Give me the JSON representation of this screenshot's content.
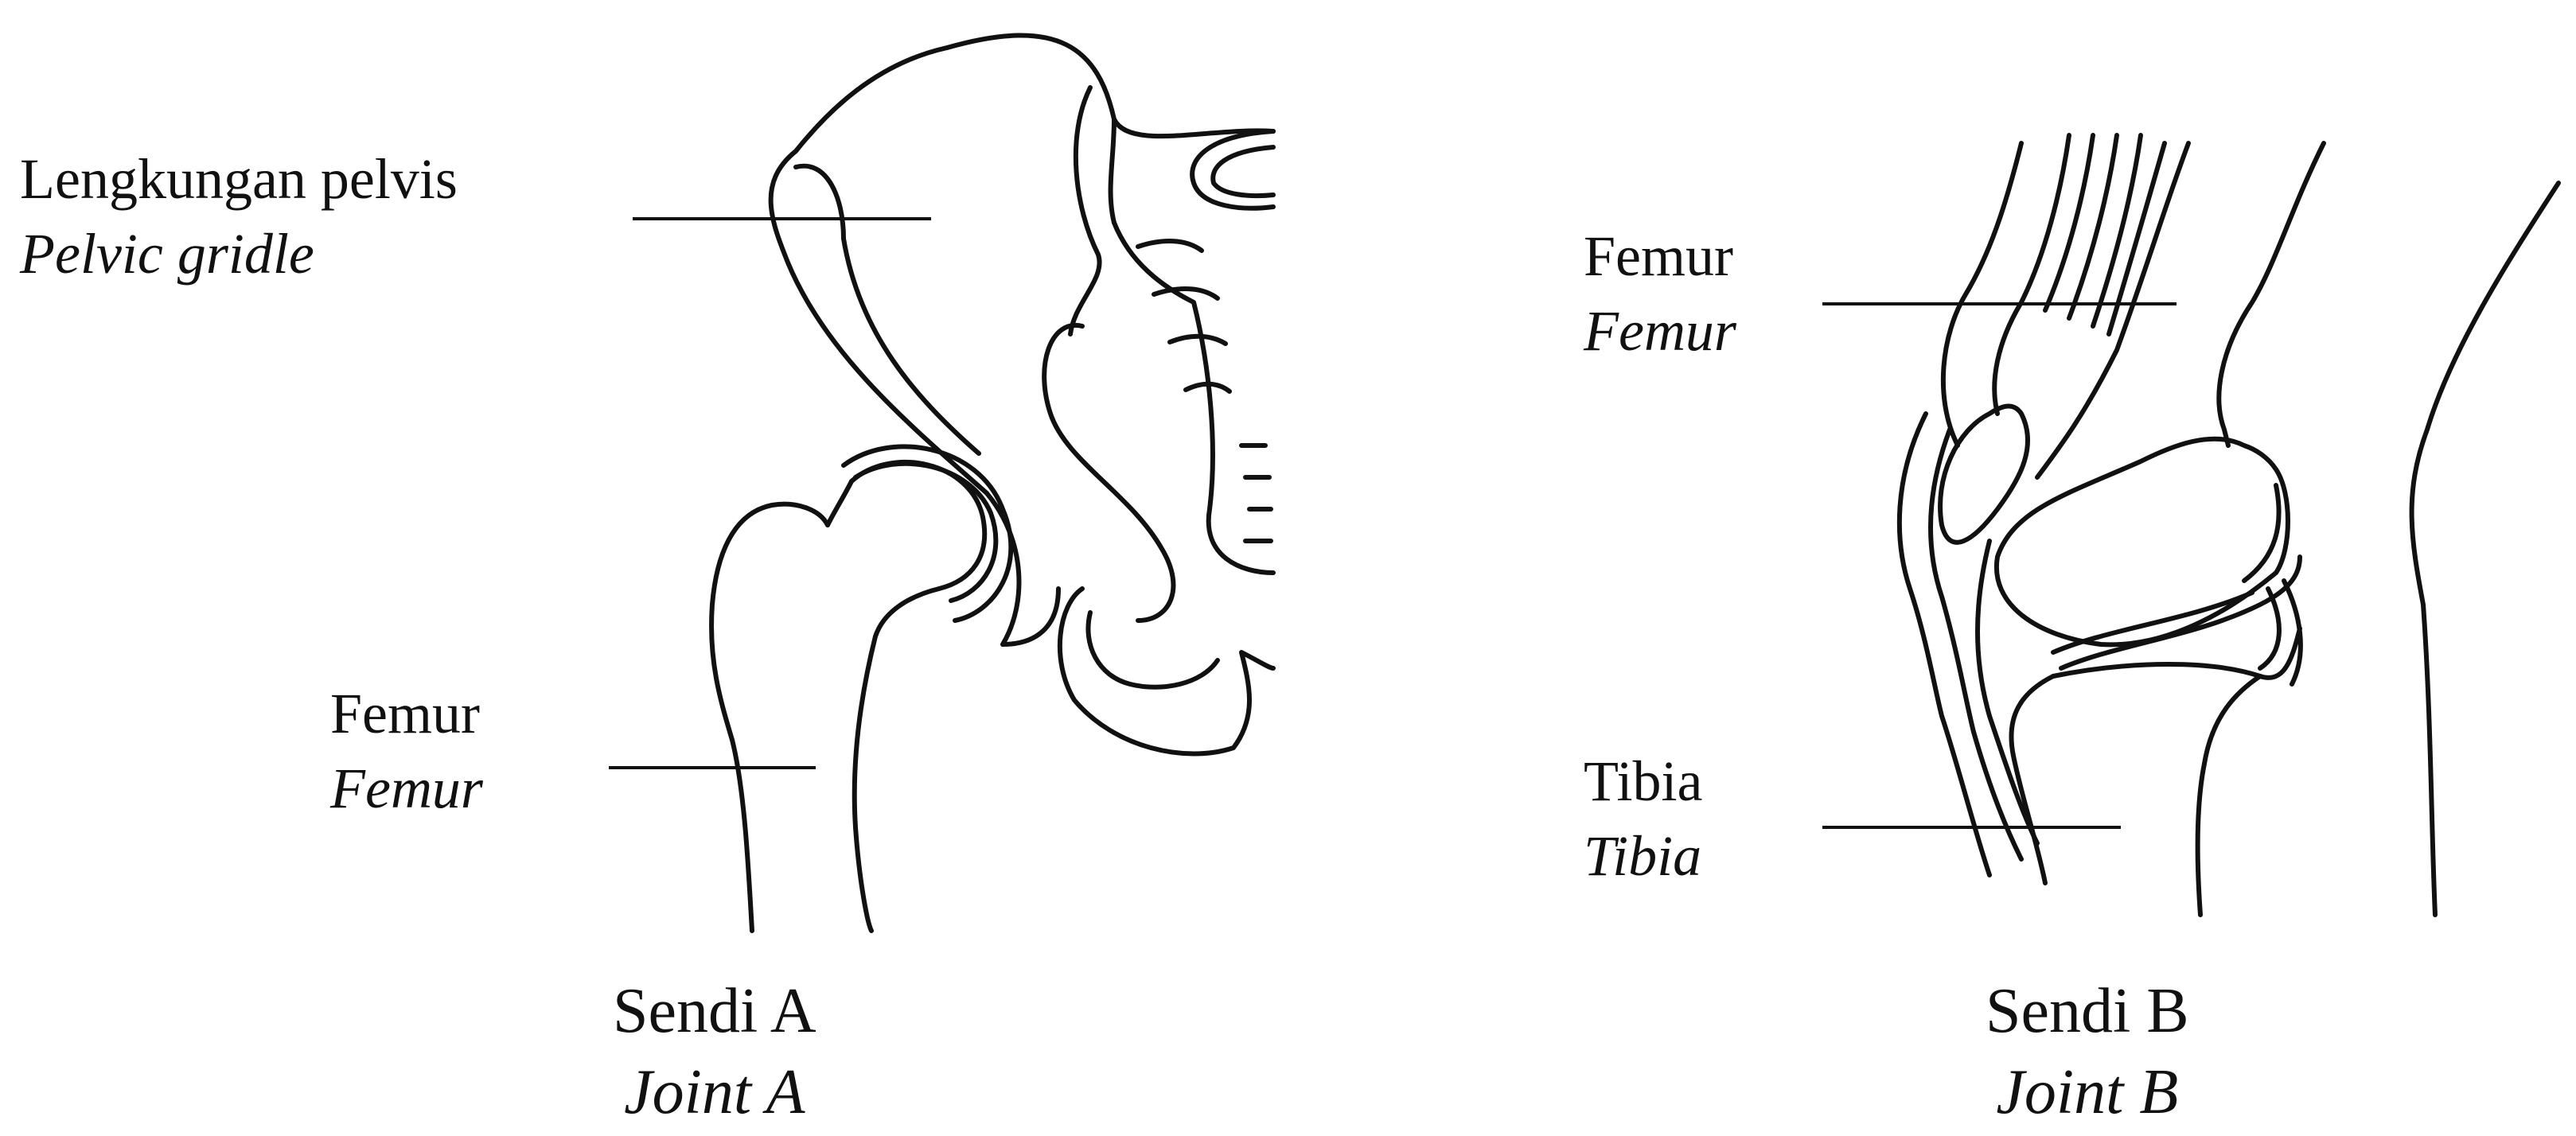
{
  "joint_a": {
    "pelvis_label": "Lengkungan pelvis",
    "pelvis_label_en": "Pelvic gridle",
    "femur_label": "Femur",
    "femur_label_en": "Femur",
    "caption": "Sendi A",
    "caption_en": "Joint A"
  },
  "joint_b": {
    "femur_label": "Femur",
    "femur_label_en": "Femur",
    "tibia_label": "Tibia",
    "tibia_label_en": "Tibia",
    "caption": "Sendi B",
    "caption_en": "Joint B"
  }
}
